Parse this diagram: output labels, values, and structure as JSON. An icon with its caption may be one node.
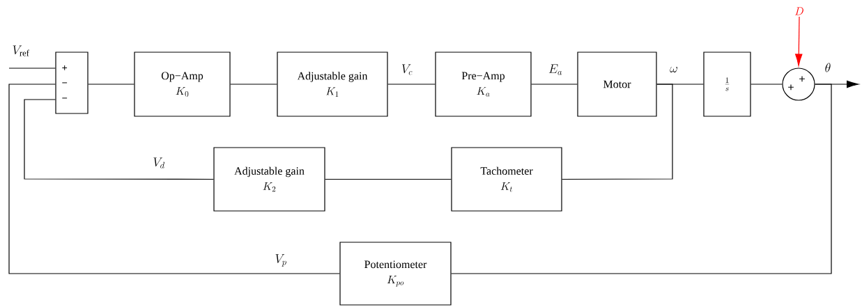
{
  "diagram": {
    "nodes": [
      {
        "text": [
          "+",
          "−",
          "−"
        ]
      },
      {
        "text": [
          "Op−Amp",
          "K_0"
        ]
      },
      {
        "text": [
          "Adjustable gain",
          "K_1"
        ]
      },
      {
        "text": [
          "Pre−Amp",
          "K_a"
        ]
      },
      {
        "text": [
          "Motor"
        ]
      },
      {
        "text": [
          "\\frac{1}{s}"
        ]
      },
      {
        "text": [
          "+",
          "+"
        ]
      },
      {
        "text": [
          "Adjustable gain",
          "K_2"
        ]
      },
      {
        "text": [
          "Tachometer",
          "K_t"
        ]
      },
      {
        "text": [
          "Potentiometer",
          "K_{po}"
        ]
      },
      {
        "text": [
          "D"
        ]
      }
    ],
    "edges": [
      {
        "from": null,
        "to": 0,
        "arrow": "none",
        "label": "V_{\\mathrm{ref}}"
      },
      {
        "from": 0,
        "to": 1,
        "arrow": "none"
      },
      {
        "from": 1,
        "to": 2,
        "arrow": "none"
      },
      {
        "from": 2,
        "to": 3,
        "arrow": "none",
        "label": "V_c"
      },
      {
        "from": 3,
        "to": 4,
        "arrow": "none",
        "label": "E_a"
      },
      {
        "from": 4,
        "to": 5,
        "arrow": "none",
        "label": "\\omega"
      },
      {
        "from": 5,
        "to": 6,
        "arrow": "none"
      },
      {
        "from": 10,
        "to": 6,
        "arrow": "to",
        "color": "#ff0000"
      },
      {
        "from": 6,
        "to": null,
        "arrow": "to",
        "label": "\\theta"
      },
      {
        "from": 4,
        "to": 8,
        "arrow": "none"
      },
      {
        "from": 8,
        "to": 7,
        "arrow": "none"
      },
      {
        "from": 7,
        "to": 0,
        "arrow": "none",
        "label": "V_d"
      },
      {
        "from": 6,
        "to": 9,
        "arrow": "none"
      },
      {
        "from": 9,
        "to": 0,
        "arrow": "none",
        "label": "V_p"
      }
    ]
  }
}
